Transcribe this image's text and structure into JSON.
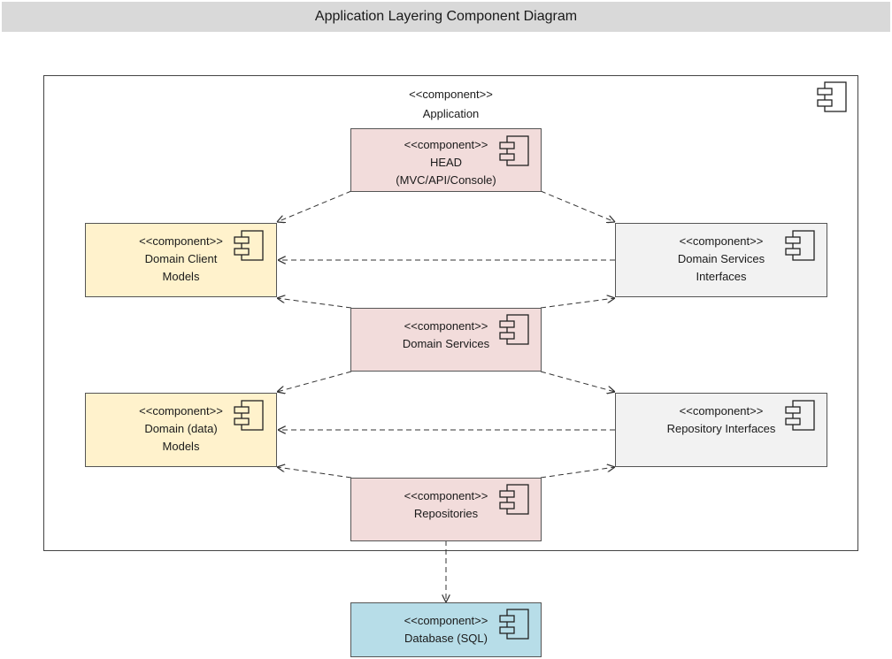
{
  "title": "Application Layering Component Diagram",
  "container": {
    "stereotype": "<<component>>",
    "name": "Application",
    "icon": "component-icon"
  },
  "components": {
    "head": {
      "stereotype": "<<component>>",
      "line1": "HEAD",
      "line2": "(MVC/API/Console)",
      "color": "#f2dcdb"
    },
    "domain_client_models": {
      "stereotype": "<<component>>",
      "line1": "Domain Client",
      "line2": "Models",
      "color": "#fff2cc"
    },
    "domain_services_interfaces": {
      "stereotype": "<<component>>",
      "line1": "Domain Services",
      "line2": "Interfaces",
      "color": "#f2f2f2"
    },
    "domain_services": {
      "stereotype": "<<component>>",
      "line1": "Domain Services",
      "line2": "",
      "color": "#f2dcdb"
    },
    "domain_data_models": {
      "stereotype": "<<component>>",
      "line1": "Domain (data)",
      "line2": "Models",
      "color": "#fff2cc"
    },
    "repository_interfaces": {
      "stereotype": "<<component>>",
      "line1": "Repository Interfaces",
      "line2": "",
      "color": "#f2f2f2"
    },
    "repositories": {
      "stereotype": "<<component>>",
      "line1": "Repositories",
      "line2": "",
      "color": "#f2dcdb"
    },
    "database": {
      "stereotype": "<<component>>",
      "line1": "Database (SQL)",
      "line2": "",
      "color": "#b7dde8"
    }
  }
}
